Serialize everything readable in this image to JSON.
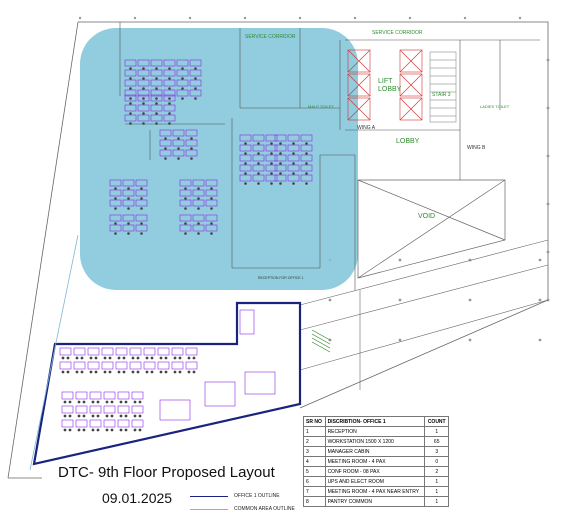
{
  "title": "DTC- 9th Floor Proposed Layout",
  "date": "09.01.2025",
  "labels": {
    "service_corridor_left": "SERVICE CORRIDOR",
    "service_corridor_right": "SERVICE CORRIDOR",
    "lift_lobby": "LIFT LOBBY",
    "stair": "STAIR 3",
    "wing_a": "WING A",
    "wing_b": "WING B",
    "lobby": "LOBBY",
    "void": "VOID",
    "male_toilet": "MALE TOILET",
    "ladies_toilet": "LADIES TOILET",
    "reception": "RECEPTION FOR OFFICE 1"
  },
  "legend": {
    "office_outline": "OFFICE 1 OUTLINE",
    "common_outline": "COMMON AREA OUTLINE",
    "office_color": "#1a237e",
    "common_color": "#7fb8d6"
  },
  "schedule": {
    "headers": [
      "SR NO",
      "DISCRIBTION- OFFICE 1",
      "COUNT"
    ],
    "rows": [
      [
        "1",
        "RECEPTION",
        "1"
      ],
      [
        "2",
        "WORKSTATION 1500 X 1200",
        "65"
      ],
      [
        "3",
        "MANAGER CABIN",
        "3"
      ],
      [
        "4",
        "MEETING ROOM - 4 PAX",
        "0"
      ],
      [
        "5",
        "CONF ROOM - 08 PAX",
        "2"
      ],
      [
        "6",
        "UPS AND ELECT ROOM",
        "1"
      ],
      [
        "7",
        "MEETING ROOM - 4 PAX NEAR ENTRY",
        "1"
      ],
      [
        "8",
        "PANTRY COMMON",
        "1"
      ]
    ]
  },
  "colors": {
    "highlight": "#7ec4d8",
    "office_outline": "#1a237e",
    "plan_lines": "#555555",
    "furniture": "#8a2be2",
    "annotation": "#2e8b2e",
    "lift": "#cc3333"
  }
}
